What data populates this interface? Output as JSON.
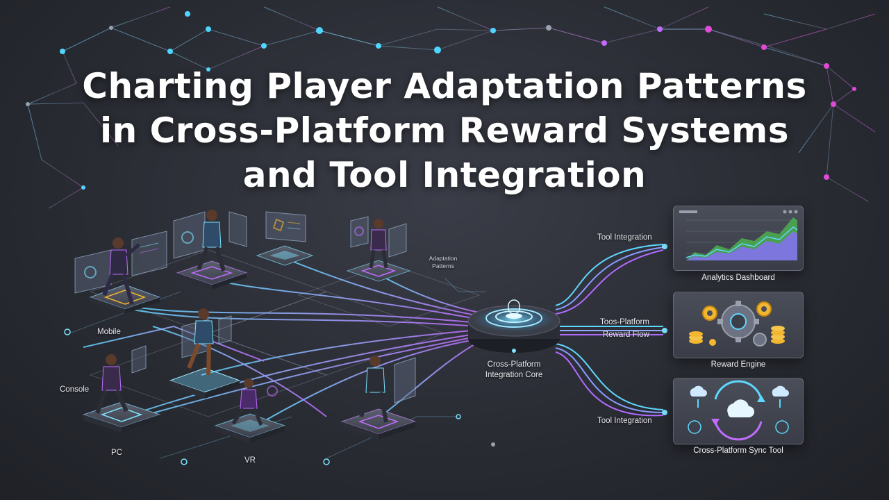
{
  "title": {
    "line1": "Charting Player Adaptation Patterns",
    "line2": "in Cross-Platform Reward Systems",
    "line3": "and Tool Integration"
  },
  "platforms": {
    "mobile": "Mobile",
    "console": "Console",
    "pc": "PC",
    "vr": "VR"
  },
  "diagram_labels": {
    "adaptation_patterns": "Adaptation Patterns",
    "core_line1": "Cross-Platform",
    "core_line2": "Integration Core",
    "connector_top": "Tool Integration",
    "connector_mid_line1": "Toos-Platform",
    "connector_mid_line2": "Reward Flow",
    "connector_bottom": "Tool Integration"
  },
  "tools": {
    "analytics": "Analytics Dashboard",
    "reward_engine": "Reward Engine",
    "sync_tool": "Cross-Platform Sync Tool"
  },
  "colors": {
    "accent_cyan": "#4fd6ff",
    "accent_purple": "#b26bff",
    "accent_magenta": "#e04ad8",
    "chart_green": "#4caf50",
    "coin_gold": "#f2b630"
  }
}
